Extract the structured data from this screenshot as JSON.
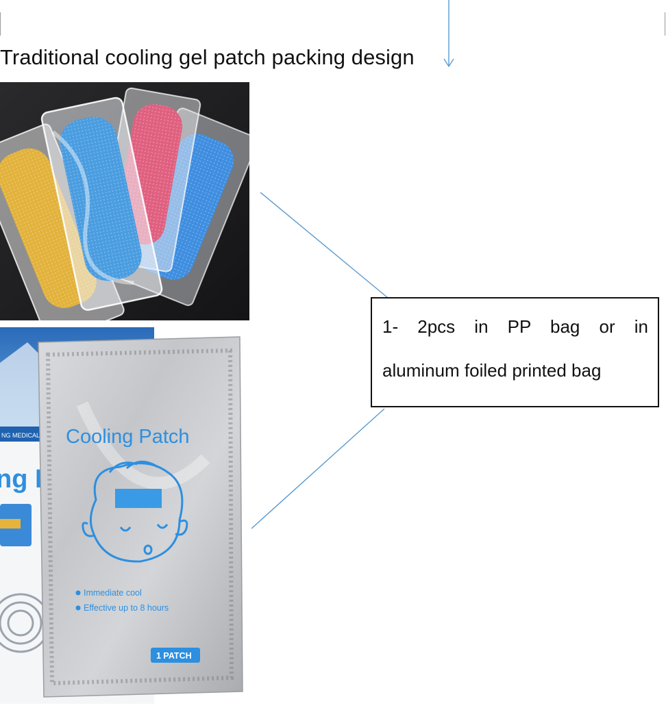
{
  "document": {
    "title": "Traditional cooling gel patch packing design",
    "callout": {
      "line1": "1- 2pcs in PP bag or in",
      "line2": "aluminum foiled printed bag"
    }
  },
  "photos": [
    {
      "name": "pp-bag-gel-patches",
      "patch_colors": [
        "#e2b23c",
        "#4a9de0",
        "#e06080",
        "#3f8ee0"
      ]
    },
    {
      "name": "aluminum-foil-bag",
      "print": {
        "heading": "Cooling Patch",
        "bullet1": "Immediate cool",
        "bullet2": "Effective up to 8 hours",
        "badge": "1 PATCH",
        "box_partial_text": "ng P",
        "box_strip_text": "NG MEDICAL"
      }
    }
  ],
  "colors": {
    "accent": "#4a89c4",
    "print_blue": "#2d8fe0",
    "text": "#111111"
  }
}
